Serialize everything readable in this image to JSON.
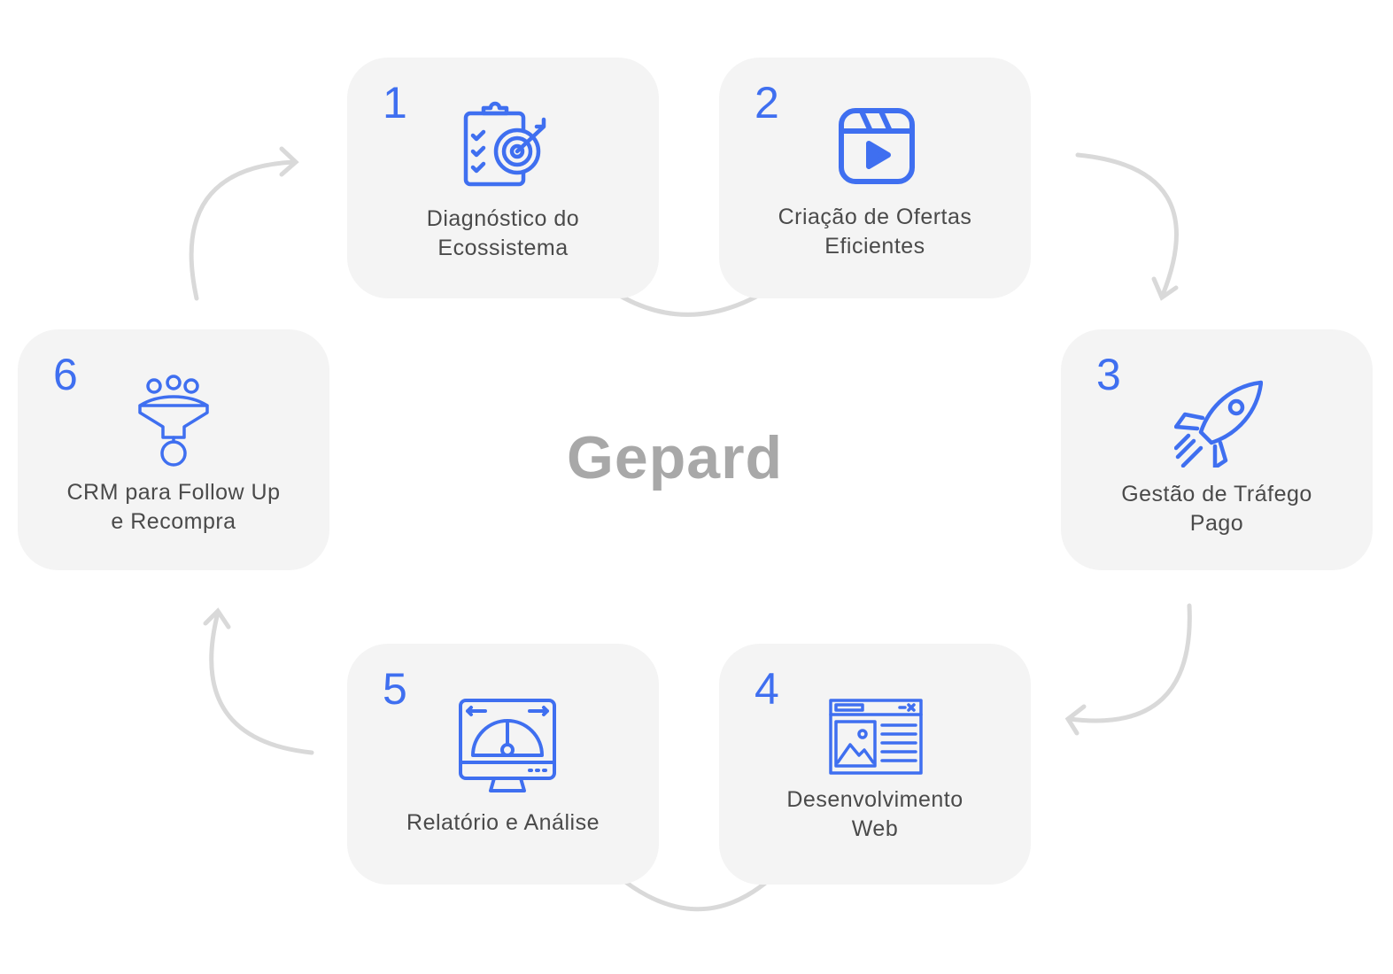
{
  "logo": "Gepard",
  "colors": {
    "accent": "#3f6ff0",
    "card": "#f4f4f4",
    "arrow": "#d9d9d9",
    "text": "#4a4a4a"
  },
  "steps": [
    {
      "number": "1",
      "line1": "Diagnóstico do",
      "line2": "Ecossistema",
      "icon": "clipboard-target-icon"
    },
    {
      "number": "2",
      "line1": "Criação de Ofertas",
      "line2": "Eficientes",
      "icon": "video-clapper-icon"
    },
    {
      "number": "3",
      "line1": "Gestão de Tráfego",
      "line2": "Pago",
      "icon": "rocket-icon"
    },
    {
      "number": "4",
      "line1": "Desenvolvimento",
      "line2": "Web",
      "icon": "webpage-layout-icon"
    },
    {
      "number": "5",
      "line1": "Relatório e Análise",
      "line2": "",
      "icon": "gauge-monitor-icon"
    },
    {
      "number": "6",
      "line1": "CRM para Follow Up",
      "line2": "e Recompra",
      "icon": "sales-funnel-icon"
    }
  ]
}
